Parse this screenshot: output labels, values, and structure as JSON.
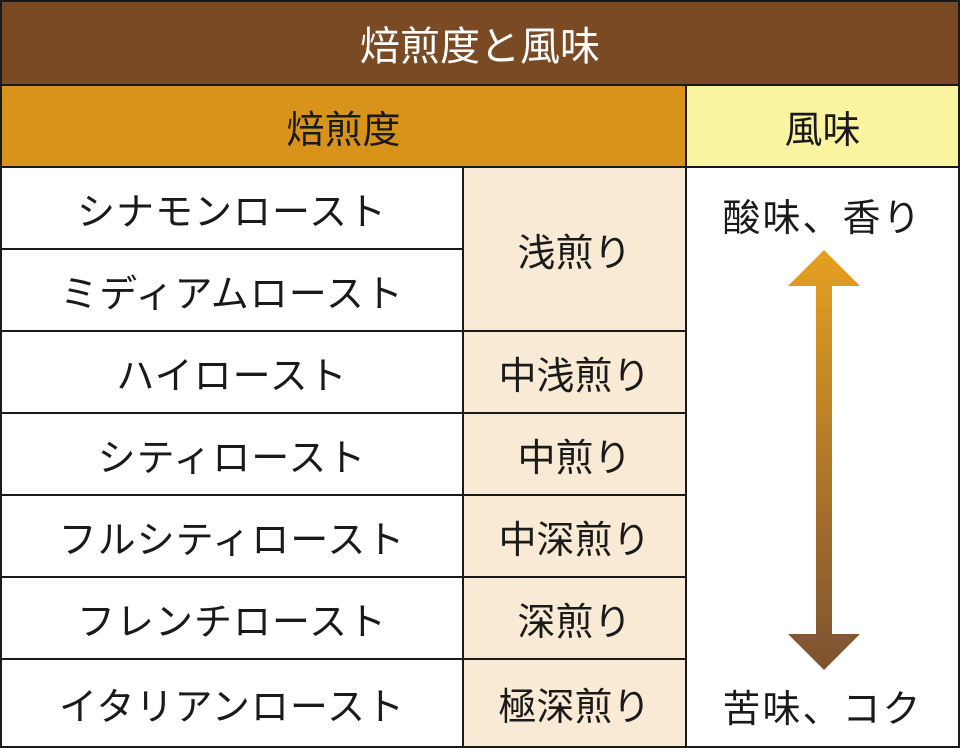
{
  "title": "焙煎度と風味",
  "headers": {
    "roast": "焙煎度",
    "flavor": "風味"
  },
  "roasts": [
    "シナモンロースト",
    "ミディアムロースト",
    "ハイロースト",
    "シティロースト",
    "フルシティロースト",
    "フレンチロースト",
    "イタリアンロースト"
  ],
  "levels": [
    "浅煎り",
    "中浅煎り",
    "中煎り",
    "中深煎り",
    "深煎り",
    "極深煎り"
  ],
  "flavor": {
    "top": "酸味、香り",
    "bottom": "苦味、コク"
  },
  "colors": {
    "title_bg": "#7a4a24",
    "roast_header_bg": "#d8941a",
    "flavor_header_bg": "#faf3a0",
    "level_bg": "#f8ead4",
    "arrow_top": "#e6a020",
    "arrow_bottom": "#7c5232"
  },
  "icons": {
    "arrow": "double-headed-vertical-arrow-icon"
  }
}
